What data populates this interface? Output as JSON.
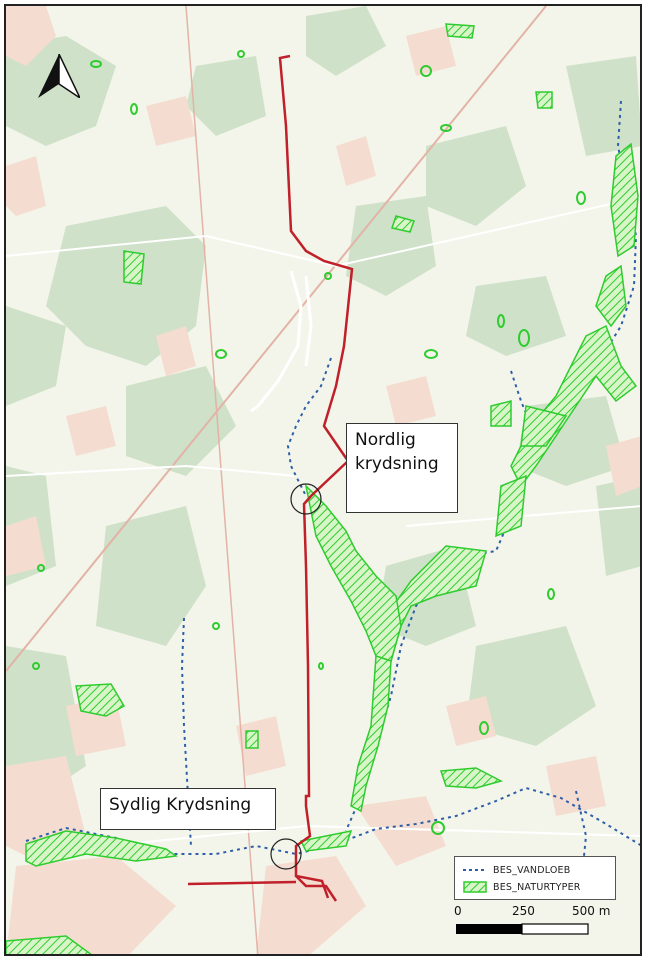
{
  "callouts": {
    "north_line1": "Nordlig",
    "north_line2": "krydsning",
    "south": "Sydlig Krydsning"
  },
  "legend": {
    "water": "BES_VANDLOEB",
    "nature": "BES_NATURTYPER"
  },
  "scale_bar": {
    "labels": [
      "0",
      "250",
      "500 m"
    ]
  },
  "colors": {
    "background": "#f4f5ea",
    "green_area": "#cfe1c8",
    "field_pink": "#f4ddd0",
    "route_red": "#c0202a",
    "water_blue": "#2d5fa8",
    "nature_green": "#2ecc2e",
    "rail_line": "#e2b3a6"
  },
  "icons": {
    "north_arrow": "north-arrow-icon"
  }
}
